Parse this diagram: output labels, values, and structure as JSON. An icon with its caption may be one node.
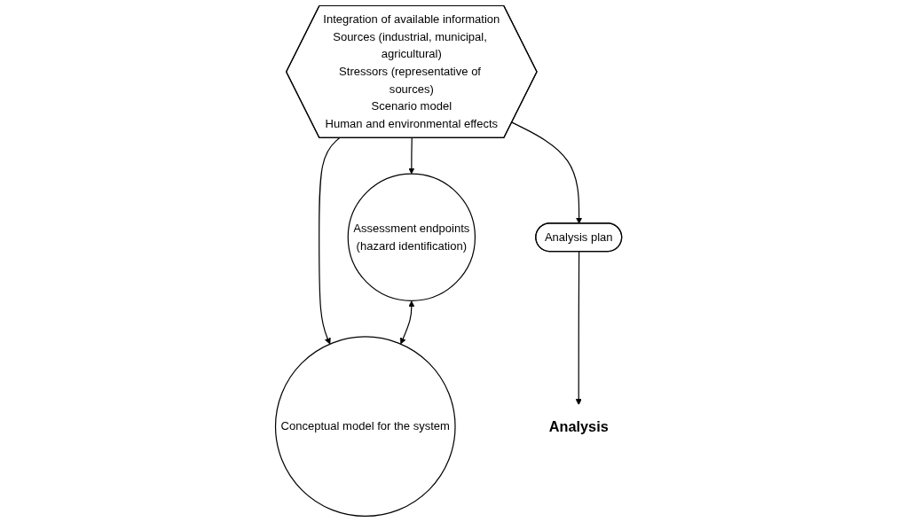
{
  "diagram": {
    "nodes": [
      {
        "text": [
          "Integration of available information",
          "Sources (industrial, municipal, agricultural)",
          "Stressors (representative of sources)",
          "Scenario model",
          "Human and environmental effects"
        ]
      },
      {
        "text": [
          "Assessment endpoints",
          "(hazard identification)"
        ]
      },
      {
        "text": [
          "Conceptual model for the system"
        ]
      },
      {
        "text": [
          "Analysis plan"
        ]
      },
      {
        "text": [
          "Analysis"
        ]
      }
    ],
    "edges": [
      {
        "from": 0,
        "to": 1,
        "arrow": "to"
      },
      {
        "from": 0,
        "to": 2,
        "arrow": "to"
      },
      {
        "from": 1,
        "to": 2,
        "arrow": "both"
      },
      {
        "from": 0,
        "to": 3,
        "arrow": "to"
      },
      {
        "from": 3,
        "to": 4,
        "arrow": "to"
      }
    ]
  }
}
